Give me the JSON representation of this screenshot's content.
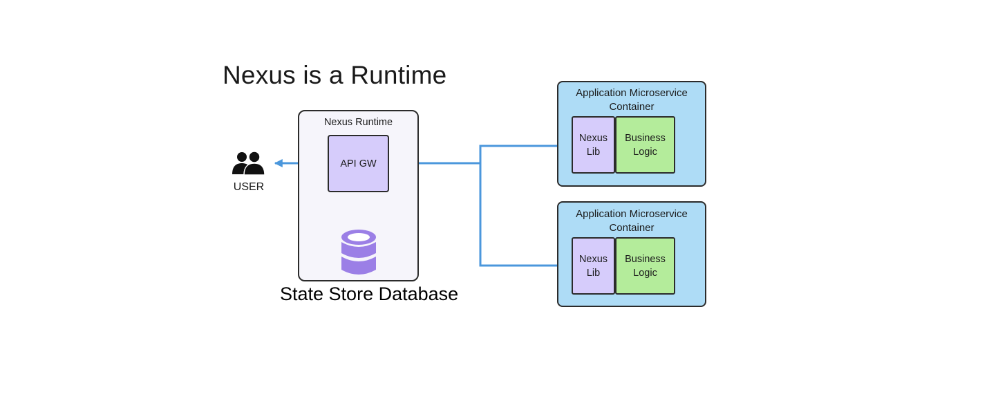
{
  "title": "Nexus is a Runtime",
  "user": {
    "label": "USER",
    "icon": "users-icon"
  },
  "runtime": {
    "label": "Nexus Runtime",
    "gateway_label": "API GW",
    "db_icon": "database-icon"
  },
  "db_label": "State Store Database",
  "containers": [
    {
      "label": "Application Microservice\nContainer",
      "lib_label": "Nexus\nLib",
      "logic_label": "Business\nLogic"
    },
    {
      "label": "Application Microservice\nContainer",
      "lib_label": "Nexus\nLib",
      "logic_label": "Business\nLogic"
    }
  ],
  "colors": {
    "arrow": "#4b97dc",
    "runtime_bg": "#f6f5fb",
    "nexus_purple": "#d6ccfb",
    "logic_green": "#b4ec9b",
    "container_blue": "#aedcf6",
    "db_purple": "#9b7fe6"
  }
}
